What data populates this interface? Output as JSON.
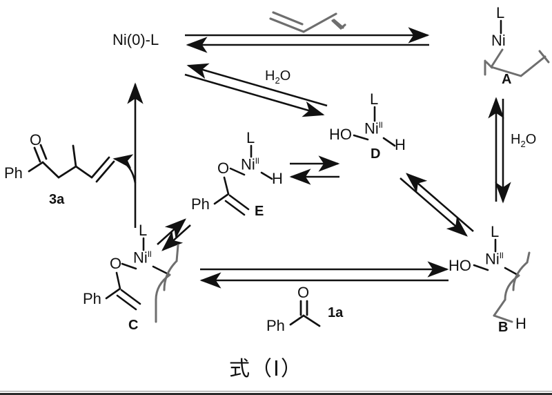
{
  "figure": {
    "caption": "式（I）",
    "scheme_type": "catalytic-cycle"
  },
  "species": {
    "catalyst": {
      "label": "Ni(0)-L",
      "name": "nickel-zero-ligand"
    },
    "A": {
      "name": "A",
      "ligand": "L",
      "metal": "Ni",
      "oxidation": "",
      "description": "L-Ni butadiene complex"
    },
    "B": {
      "name": "B",
      "ligand": "L",
      "metal": "Ni",
      "oxidation": "II",
      "hydroxide": "HO",
      "hydrogen": "H",
      "description": "L-Ni(II)(OH) allyl complex"
    },
    "C": {
      "name": "C",
      "ligand": "L",
      "metal": "Ni",
      "oxidation": "II",
      "oxygen": "O",
      "phenyl": "Ph",
      "description": "L-Ni(II) enolate crotyl complex"
    },
    "D": {
      "name": "D",
      "ligand": "L",
      "metal": "Ni",
      "oxidation": "II",
      "hydroxide": "HO",
      "hydrogen": "H",
      "description": "L-Ni(II)(OH)(H)"
    },
    "E": {
      "name": "E",
      "ligand": "L",
      "metal": "Ni",
      "oxidation": "II",
      "oxygen": "O",
      "phenyl": "Ph",
      "hydrogen": "H",
      "description": "L-Ni(II)(H) enolate"
    }
  },
  "reagents": {
    "butadiene": {
      "name": "butadiene",
      "label": ""
    },
    "water_top": "H2O",
    "water_right": "H2O",
    "ketone": {
      "id": "1a",
      "phenyl": "Ph",
      "oxygen": "O"
    },
    "product": {
      "id": "3a",
      "phenyl": "Ph",
      "oxygen": "O"
    }
  },
  "labels": {
    "water_top_main": "H",
    "water_top_sub": "2",
    "water_top_tail": "O",
    "water_right_main": "H",
    "water_right_sub": "2",
    "water_right_tail": "O",
    "L": "L",
    "Ni": "Ni",
    "II": "II",
    "HO": "HO",
    "H": "H",
    "O": "O",
    "Ph": "Ph",
    "A": "A",
    "B": "B",
    "C": "C",
    "D": "D",
    "E": "E",
    "one_a": "1a",
    "three_a": "3a",
    "catalyst": "Ni(0)-L"
  },
  "colors": {
    "bond_black": "#111111",
    "bond_gray": "#6e6e6e",
    "text": "#111111",
    "background": "#ffffff"
  }
}
